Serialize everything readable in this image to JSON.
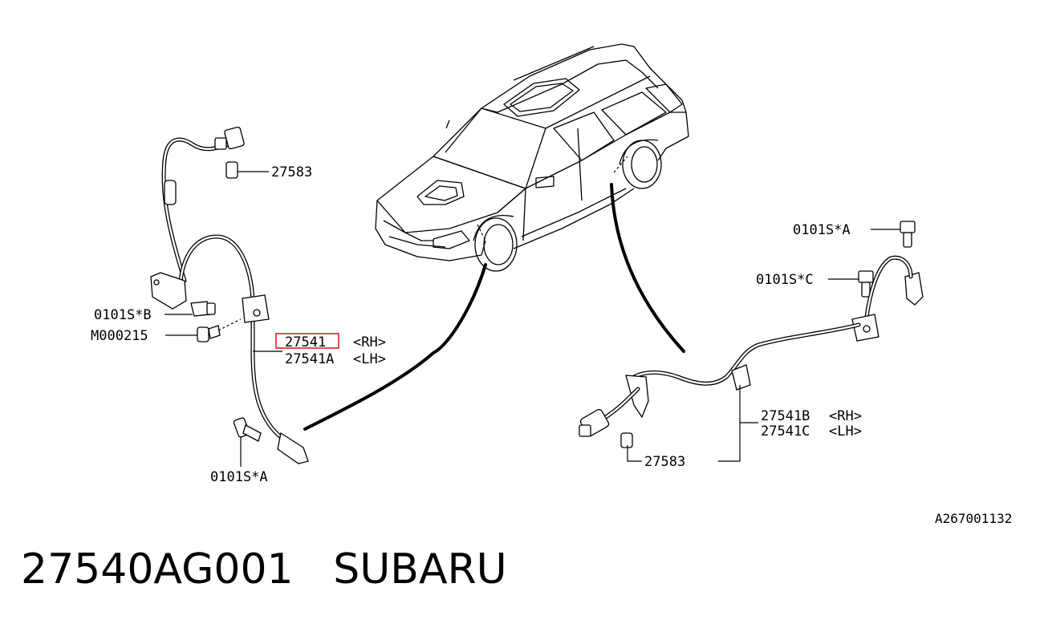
{
  "labels": {
    "l_27583_top": "27583",
    "l_0101SB": "0101S*B",
    "l_M000215": "M000215",
    "l_27541": "27541",
    "l_27541_rh": "<RH>",
    "l_27541A": "27541A",
    "l_27541A_lh": "<LH>",
    "l_0101SA_left": "0101S*A",
    "l_0101SA_right": "0101S*A",
    "l_0101SC": "0101S*C",
    "l_27541B": "27541B",
    "l_27541B_rh": "<RH>",
    "l_27541C": "27541C",
    "l_27541C_lh": "<LH>",
    "l_27583_bottom": "27583"
  },
  "ref_code": "A267001132",
  "title": "27540AG001   SUBARU",
  "colors": {
    "highlight": "#e02020",
    "ink": "#000000"
  }
}
